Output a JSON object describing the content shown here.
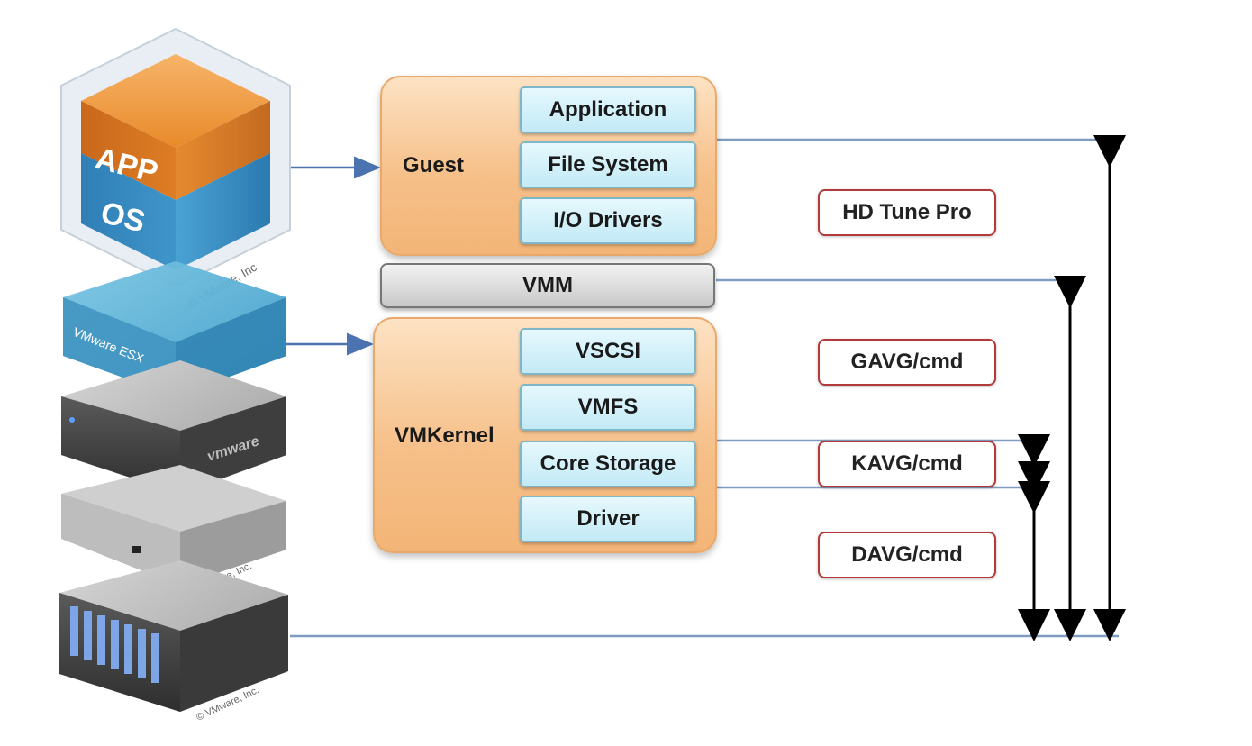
{
  "hardware_stack": {
    "vm_cube": {
      "app_label": "APP",
      "os_label": "OS",
      "credit": "© VMware, Inc."
    },
    "hypervisor_tile": {
      "label": "VMware ESX"
    },
    "server_1": {
      "brand": "vmware"
    },
    "server_2": {
      "credit": "© VMware, Inc."
    },
    "storage_array": {
      "credit": "© VMware, Inc."
    }
  },
  "guest": {
    "label": "Guest",
    "layers": [
      "Application",
      "File System",
      "I/O Drivers"
    ]
  },
  "vmm": {
    "label": "VMM"
  },
  "vmkernel": {
    "label": "VMKernel",
    "layers": [
      "VSCSI",
      "VMFS",
      "Core Storage",
      "Driver"
    ]
  },
  "metrics": {
    "hd_tune": "HD Tune Pro",
    "gavg": "GAVG/cmd",
    "kavg": "KAVG/cmd",
    "davg": "DAVG/cmd"
  },
  "colors": {
    "connector": "#7f9cc0",
    "arrow": "#000000",
    "metric_border": "#b33a3a",
    "group_fill": "#f6c08a",
    "layer_fill": "#c3eaf6"
  }
}
